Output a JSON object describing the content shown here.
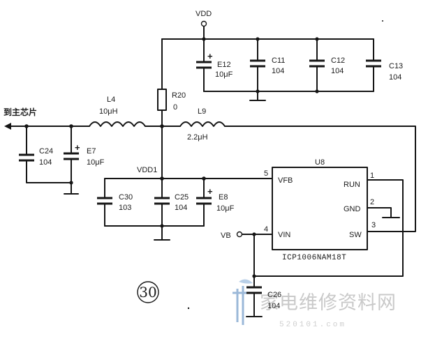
{
  "figure": {
    "number_label": "30"
  },
  "rails": {
    "vdd": "VDD",
    "vdd1": "VDD1",
    "vb": "VB",
    "to_main_chip": "到主芯片"
  },
  "components": {
    "e12": {
      "ref": "E12",
      "value": "10μF"
    },
    "c11": {
      "ref": "C11",
      "value": "104"
    },
    "c12": {
      "ref": "C12",
      "value": "104"
    },
    "c13": {
      "ref": "C13",
      "value": "104"
    },
    "r20": {
      "ref": "R20",
      "value": "0"
    },
    "l4": {
      "ref": "L4",
      "value": "10μH"
    },
    "l9": {
      "ref": "L9",
      "value": "2.2μH"
    },
    "c24": {
      "ref": "C24",
      "value": "104"
    },
    "e7": {
      "ref": "E7",
      "value": "10μF"
    },
    "c30": {
      "ref": "C30",
      "value": "103"
    },
    "c25": {
      "ref": "C25",
      "value": "104"
    },
    "e8": {
      "ref": "E8",
      "value": "10μF"
    },
    "c26": {
      "ref": "C26",
      "value": "104"
    }
  },
  "ic": {
    "ref": "U8",
    "part_number": "ICP1006NAM18T",
    "pins": [
      {
        "num": "5",
        "name": "VFB"
      },
      {
        "num": "4",
        "name": "VIN"
      },
      {
        "num": "1",
        "name": "RUN"
      },
      {
        "num": "2",
        "name": "GND"
      },
      {
        "num": "3",
        "name": "SW"
      }
    ]
  },
  "watermark": {
    "text": "家电维修资料网",
    "url_digits": "520101.com"
  },
  "colors": {
    "ink": "#151515",
    "watermark": "#c9c9c9",
    "logo": "#9bb8d8"
  }
}
